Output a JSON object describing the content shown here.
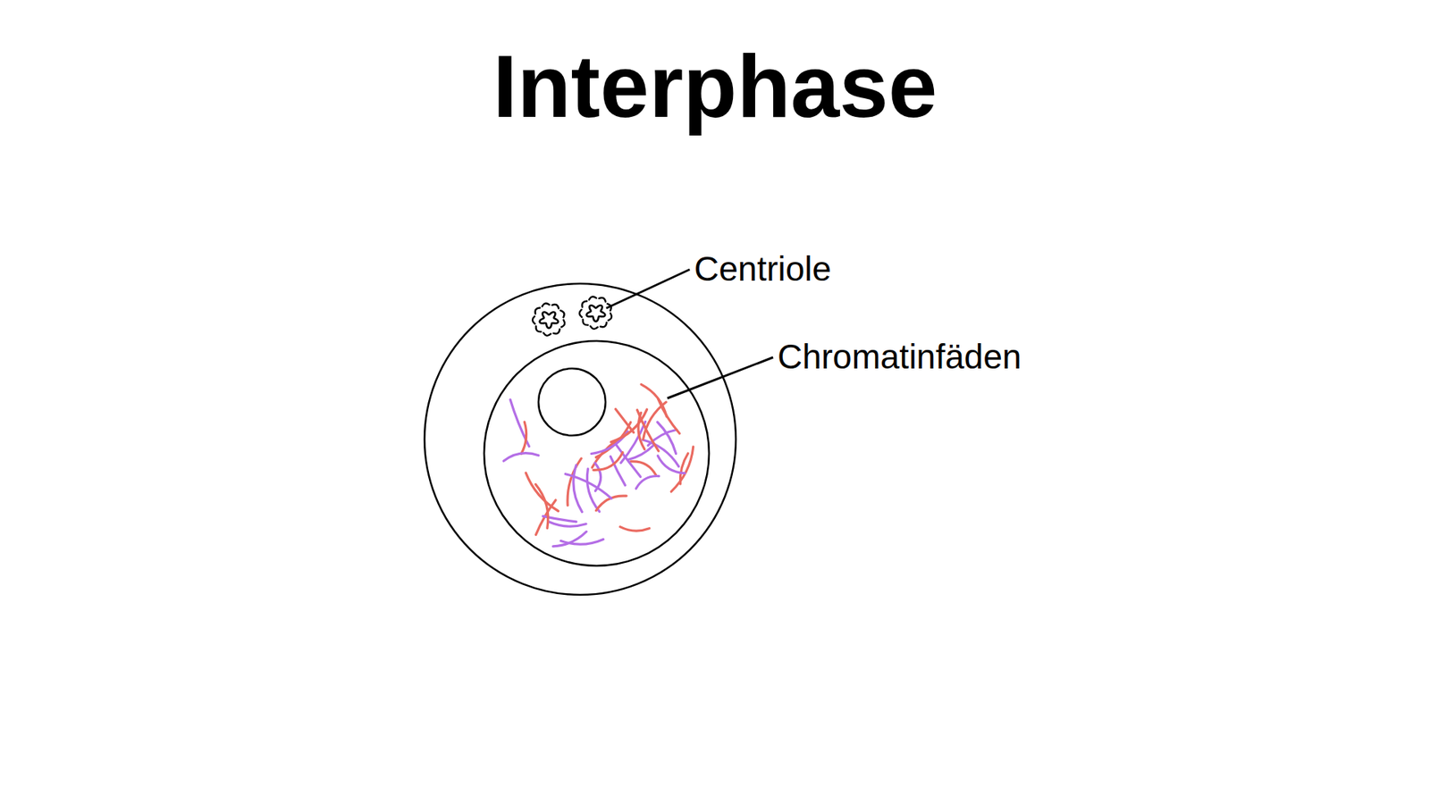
{
  "diagram": {
    "title": "Interphase",
    "labels": [
      "Centriole",
      "Chromatinfäden"
    ]
  }
}
